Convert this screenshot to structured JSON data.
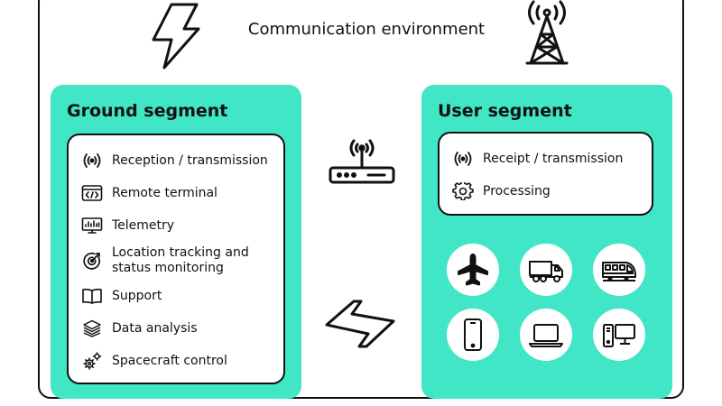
{
  "colors": {
    "accent": "#41E6C6",
    "ink": "#111111"
  },
  "environment": {
    "title": "Communication environment"
  },
  "ground": {
    "title": "Ground segment",
    "items": [
      {
        "icon": "broadcast-icon",
        "label": "Reception / transmission"
      },
      {
        "icon": "code-terminal-icon",
        "label": "Remote terminal"
      },
      {
        "icon": "telemetry-monitor-icon",
        "label": "Telemetry"
      },
      {
        "icon": "target-tracking-icon",
        "label_line1": "Location tracking and",
        "label_line2": "status monitoring"
      },
      {
        "icon": "book-icon",
        "label": "Support"
      },
      {
        "icon": "layers-icon",
        "label": "Data analysis"
      },
      {
        "icon": "gears-icon",
        "label": "Spacecraft control"
      }
    ]
  },
  "user": {
    "title": "User segment",
    "items": [
      {
        "icon": "broadcast-icon",
        "label": "Receipt / transmission"
      },
      {
        "icon": "gear-icon",
        "label": "Processing"
      }
    ],
    "devices": [
      "airplane-icon",
      "truck-icon",
      "train-icon",
      "smartphone-icon",
      "laptop-icon",
      "desktop-computer-icon"
    ]
  },
  "decorations": [
    "lightning-icon",
    "radio-tower-icon",
    "router-icon",
    "signal-bolt-icon"
  ]
}
